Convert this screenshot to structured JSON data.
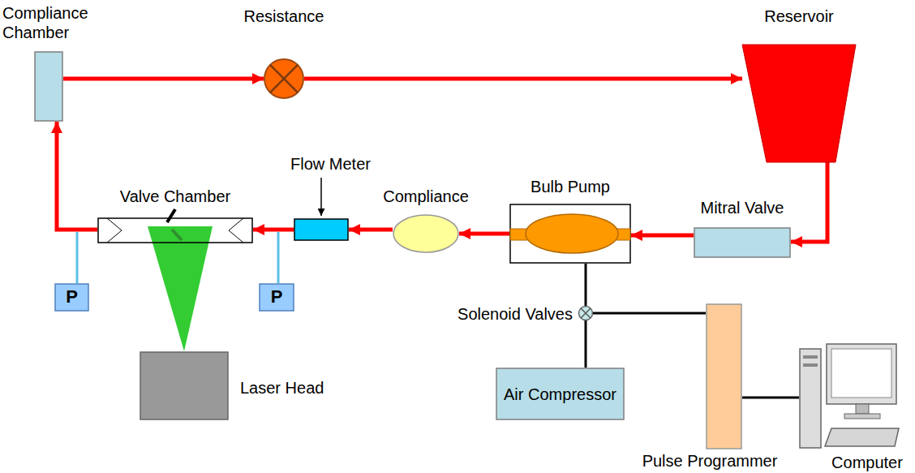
{
  "diagram": {
    "nodes": [
      {
        "text": [
          "Compliance Chamber"
        ]
      },
      {
        "text": [
          "Resistance"
        ]
      },
      {
        "text": [
          "Reservoir"
        ]
      },
      {
        "text": [
          "Flow Meter"
        ]
      },
      {
        "text": [
          "Valve Chamber"
        ]
      },
      {
        "text": [
          "Compliance"
        ]
      },
      {
        "text": [
          "Bulb Pump"
        ]
      },
      {
        "text": [
          "Mitral Valve"
        ]
      },
      {
        "text": [
          "P"
        ]
      },
      {
        "text": [
          "P"
        ]
      },
      {
        "text": [
          "Solenoid Valves"
        ]
      },
      {
        "text": [
          "Laser Head"
        ]
      },
      {
        "text": [
          "Air Compressor"
        ]
      },
      {
        "text": [
          "Pulse Programmer"
        ]
      },
      {
        "text": [
          "Computer"
        ]
      }
    ],
    "edges": [
      {
        "from": 0,
        "to": 1,
        "arrow": "to"
      },
      {
        "from": 1,
        "to": 2,
        "arrow": "to"
      },
      {
        "from": 2,
        "to": 7,
        "arrow": "to"
      },
      {
        "from": 7,
        "to": 6,
        "arrow": "to"
      },
      {
        "from": 6,
        "to": 5,
        "arrow": "to"
      },
      {
        "from": 5,
        "to": 3,
        "arrow": "to"
      },
      {
        "from": 3,
        "to": 4,
        "arrow": "to"
      },
      {
        "from": 4,
        "to": 0,
        "arrow": "to"
      },
      {
        "from": 6,
        "to": 10,
        "arrow": "none"
      },
      {
        "from": 10,
        "to": 12,
        "arrow": "none"
      },
      {
        "from": 10,
        "to": 13,
        "arrow": "none"
      },
      {
        "from": 13,
        "to": 14,
        "arrow": "none"
      }
    ]
  }
}
